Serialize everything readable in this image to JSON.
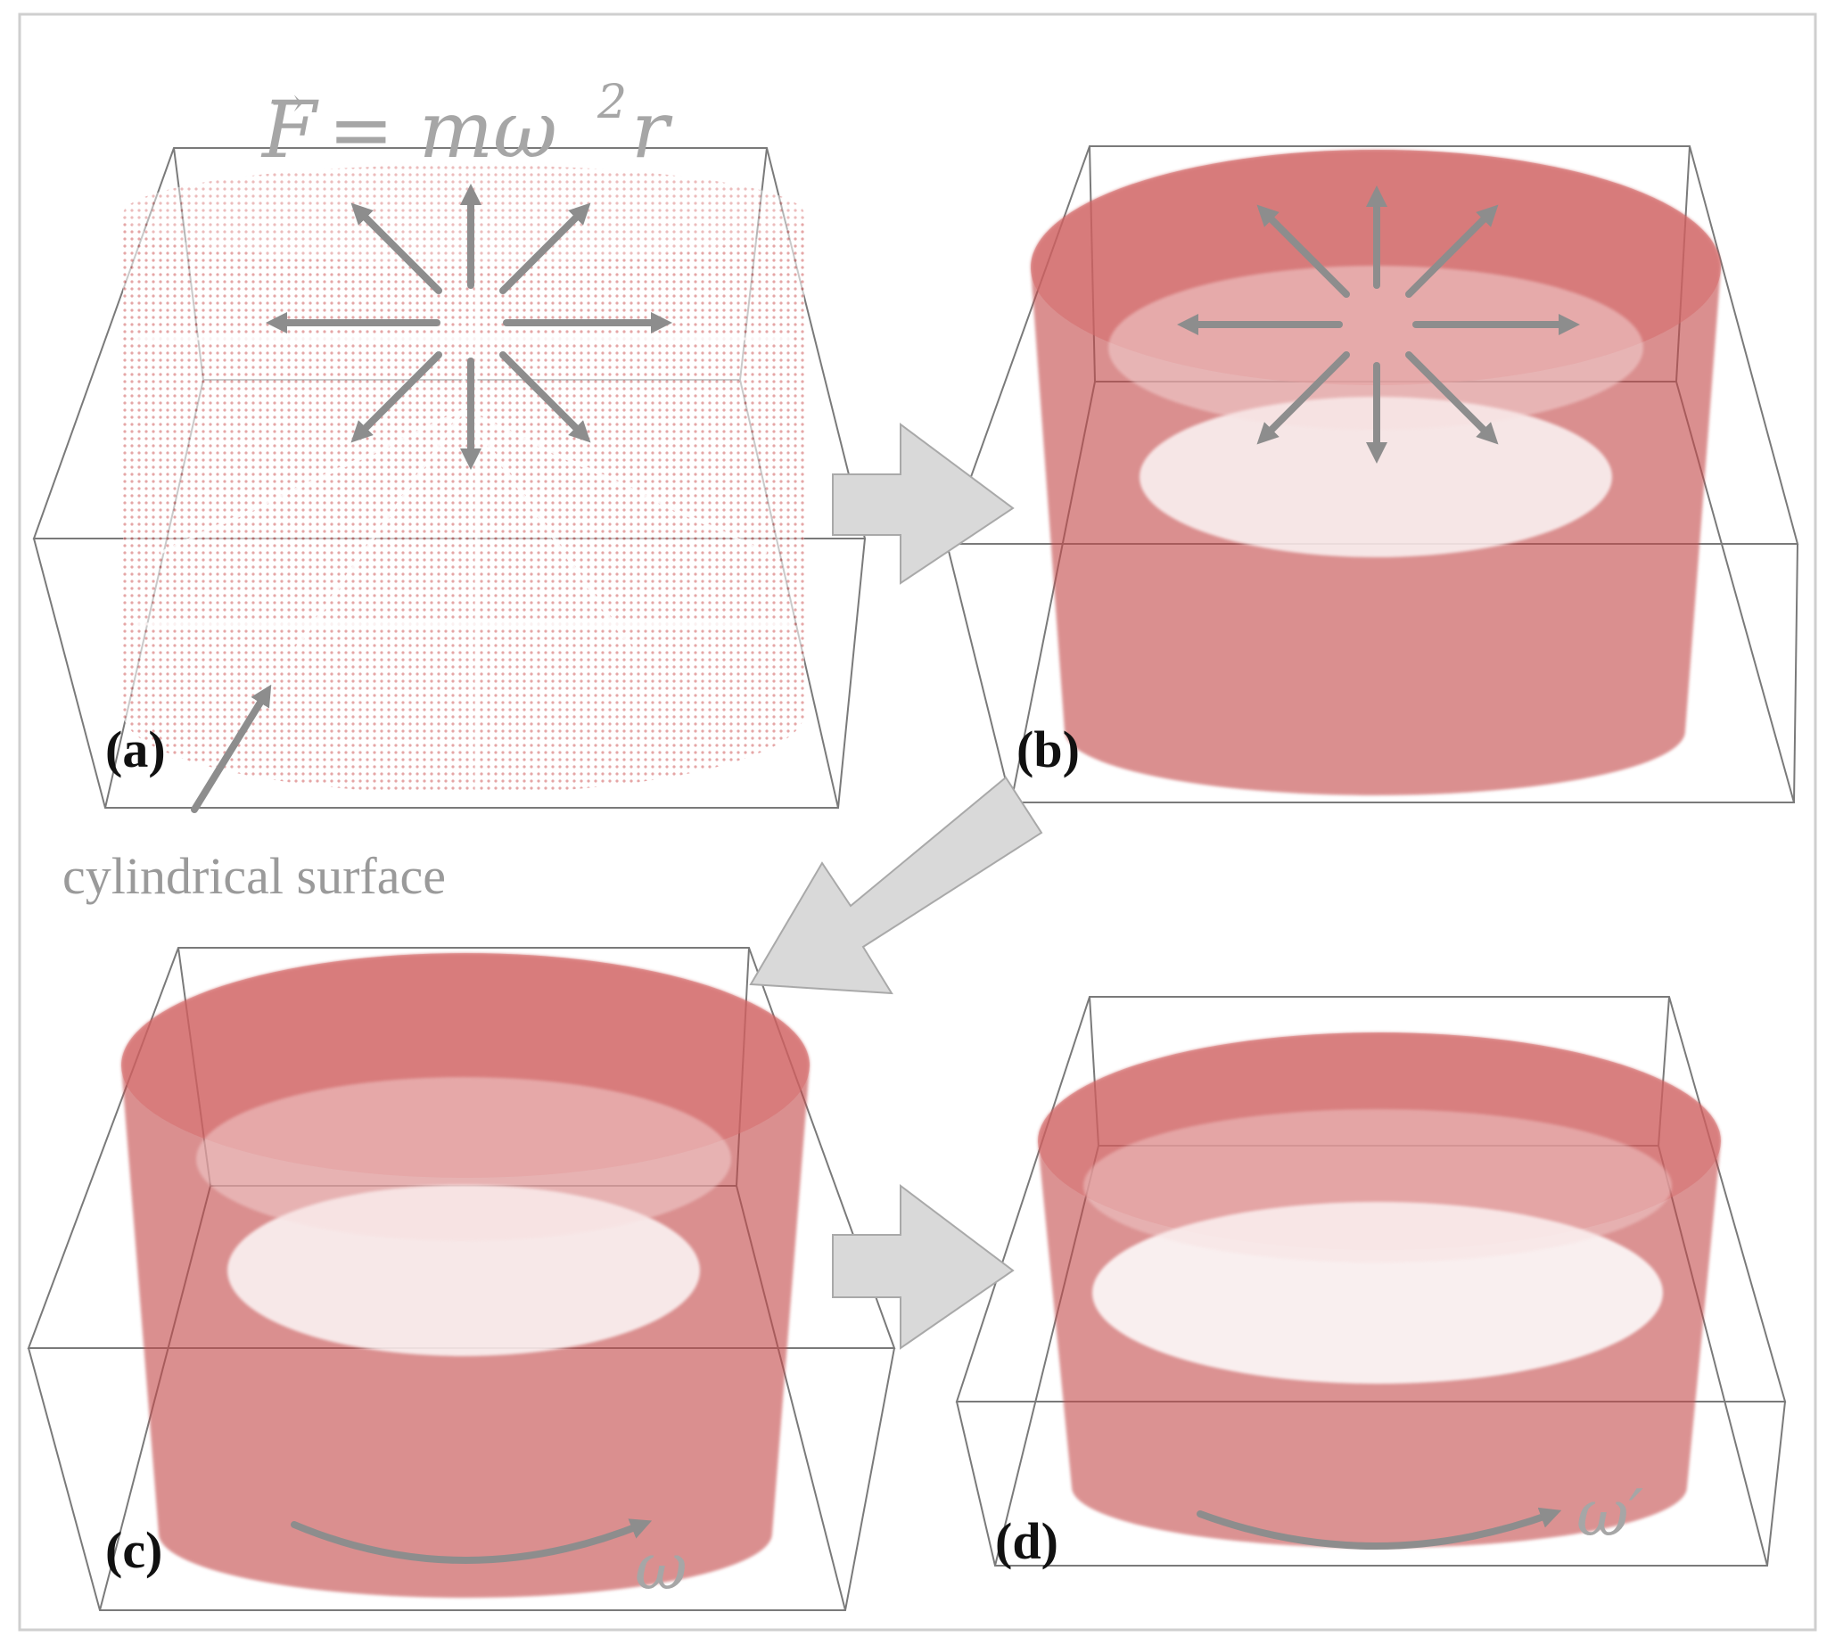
{
  "figure": {
    "equation": {
      "force_symbol": "F",
      "rhs": "= mω",
      "exponent": "2",
      "tail": "r"
    },
    "annotation": "cylindrical surface",
    "panels": [
      {
        "id": "a",
        "label": "(a)"
      },
      {
        "id": "b",
        "label": "(b)"
      },
      {
        "id": "c",
        "label": "(c)",
        "rotation_symbol": "ω"
      },
      {
        "id": "d",
        "label": "(d)",
        "rotation_symbol": "ω′"
      }
    ],
    "colors": {
      "particles": "#c0392b",
      "arrows": "#8d8d8d",
      "box": "#7a7a7a",
      "flow_arrows": "#d9d9d9"
    }
  }
}
